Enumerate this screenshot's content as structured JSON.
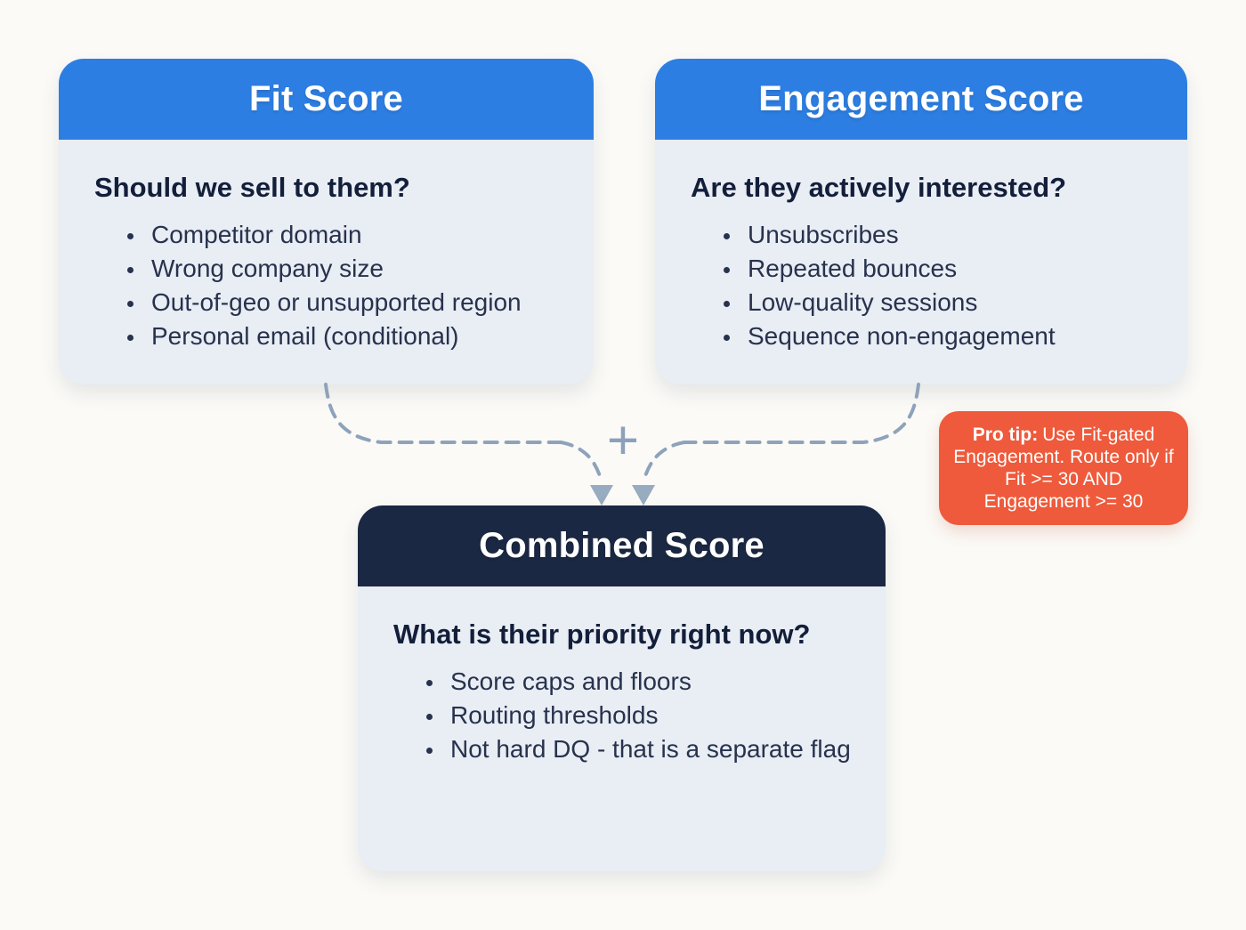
{
  "colors": {
    "background": "#fbfaf7",
    "fit_header": "#2d7ee2",
    "engagement_header": "#2d7ee2",
    "combined_header": "#1b2843",
    "card_body": "#e9edf4",
    "question_text": "#131f3a",
    "bullet_text": "#27324d",
    "connector": "#8ea3ba",
    "arrow": "#97abc1",
    "protip_background": "#ee5a3b",
    "title_text": "#ffffff"
  },
  "cards": {
    "fit": {
      "title": "Fit Score",
      "question": "Should we sell to them?",
      "bullets": [
        "Competitor domain",
        "Wrong company size",
        "Out-of-geo or unsupported region",
        "Personal email (conditional)"
      ]
    },
    "engagement": {
      "title": "Engagement Score",
      "question": "Are they actively interested?",
      "bullets": [
        "Unsubscribes",
        "Repeated bounces",
        "Low-quality sessions",
        "Sequence non-engagement"
      ]
    },
    "combined": {
      "title": "Combined Score",
      "question": "What is their priority right now?",
      "bullets": [
        "Score caps and floors",
        "Routing thresholds",
        "Not hard DQ - that is a separate flag"
      ]
    }
  },
  "protip": {
    "label": "Pro tip:",
    "text": "Use Fit-gated Engagement. Route only if Fit >= 30 AND Engagement >= 30"
  },
  "connector": {
    "plus_symbol": "+"
  }
}
